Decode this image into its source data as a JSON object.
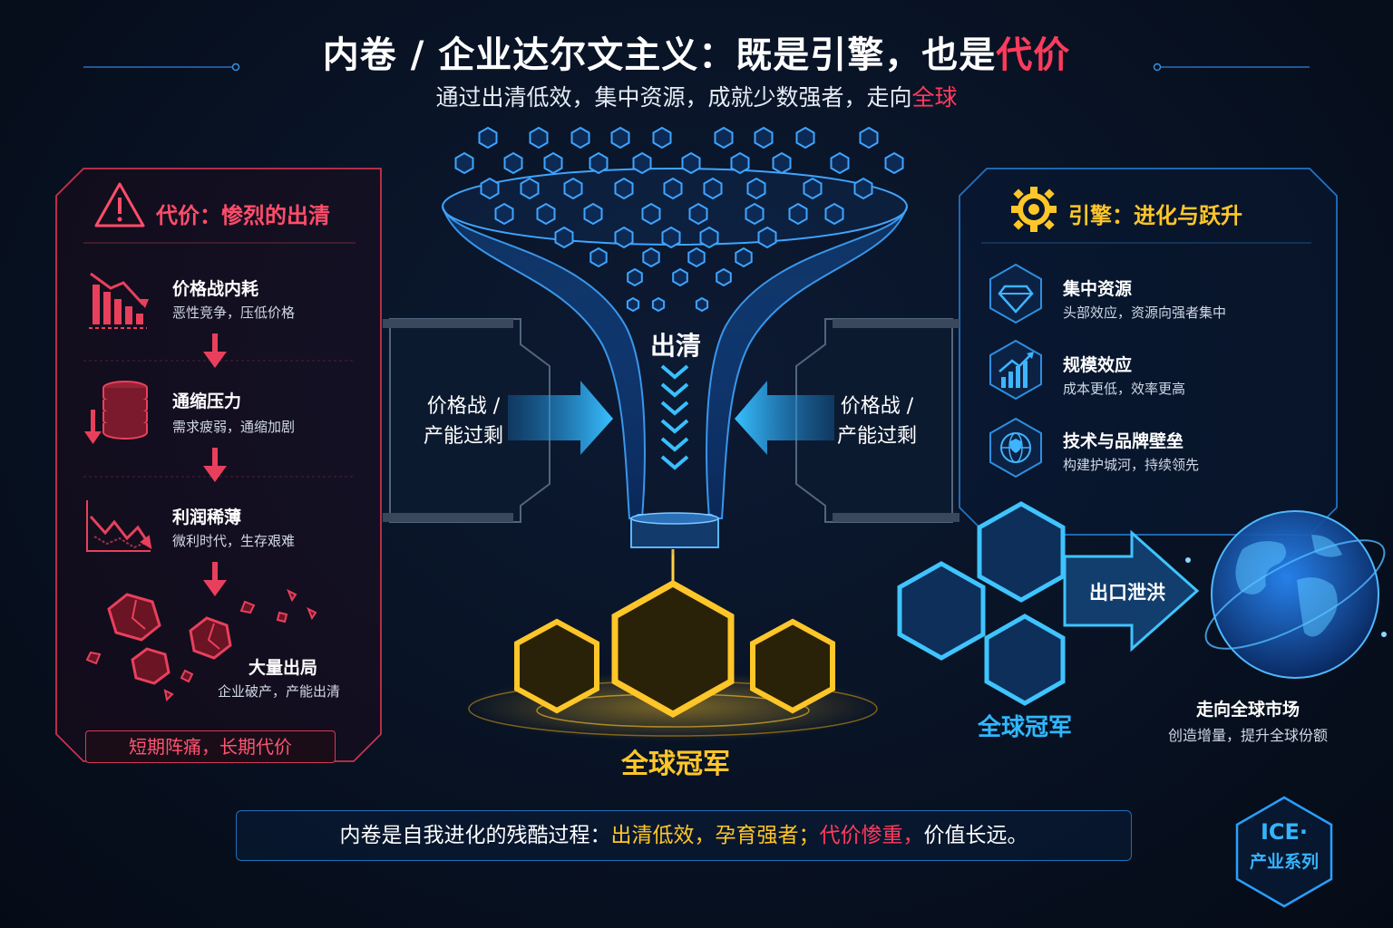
{
  "header": {
    "title_main": "内卷 / 企业达尔文主义：既是引擎，也是",
    "title_accent": "代价",
    "subtitle_main": "通过出清低效，集中资源，成就少数强者，走向",
    "subtitle_accent": "全球"
  },
  "left_panel": {
    "title": "代价：惨烈的出清",
    "items": [
      {
        "title": "价格战内耗",
        "desc": "恶性竞争，压低价格",
        "icon": "price-decline-chart-icon"
      },
      {
        "title": "通缩压力",
        "desc": "需求疲弱，通缩加剧",
        "icon": "coin-stack-down-icon"
      },
      {
        "title": "利润稀薄",
        "desc": "微利时代，生存艰难",
        "icon": "profit-decline-chart-icon"
      },
      {
        "title": "大量出局",
        "desc": "企业破产，产能出清",
        "icon": "broken-hexagons-icon"
      }
    ],
    "footer": "短期阵痛，长期代价"
  },
  "center": {
    "left_box": [
      "价格战 /",
      "产能过剩"
    ],
    "right_box": [
      "价格战 /",
      "产能过剩"
    ],
    "funnel_label": "出清",
    "champion_label": "全球冠军"
  },
  "right_panel": {
    "title": "引擎：进化与跃升",
    "items": [
      {
        "title": "集中资源",
        "desc": "头部效应，资源向强者集中",
        "icon": "diamond-icon"
      },
      {
        "title": "规模效应",
        "desc": "成本更低，效率更高",
        "icon": "growth-chart-icon"
      },
      {
        "title": "技术与品牌壁垒",
        "desc": "构建护城河，持续领先",
        "icon": "globe-shield-icon"
      }
    ],
    "champion_label": "全球冠军",
    "export_label": "出口泄洪",
    "global_title": "走向全球市场",
    "global_desc": "创造增量，提升全球份额"
  },
  "bottom": {
    "prefix": "内卷是自我进化的残酷过程：",
    "yellow": "出清低效，孕育强者；",
    "red": "代价惨重，",
    "suffix": "价值长远。"
  },
  "badge": {
    "line1": "ICE·",
    "line2": "产业系列"
  },
  "colors": {
    "red": "#ff3b5c",
    "gold": "#ffc629",
    "blue": "#2fb8ff",
    "background": "#07101f"
  }
}
